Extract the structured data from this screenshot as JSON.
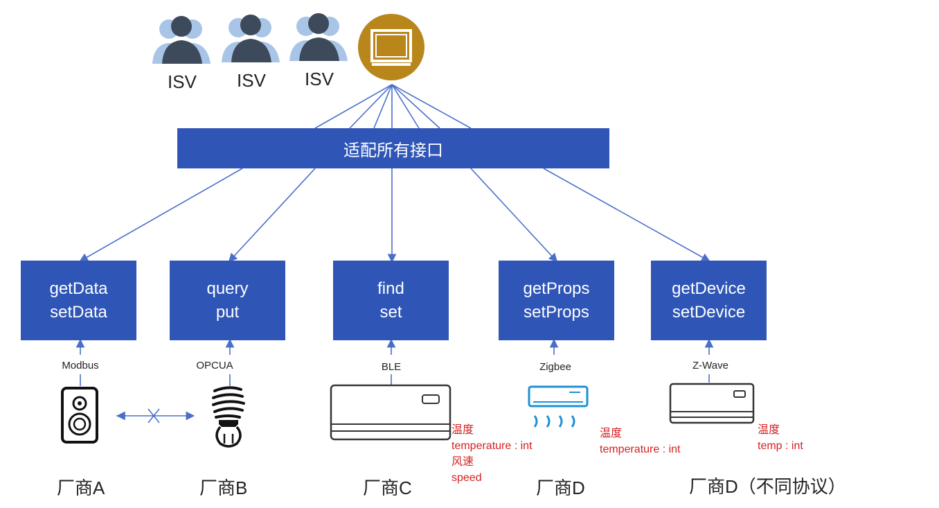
{
  "isv_users": [
    {
      "label": "ISV",
      "icon": "user-group-icon"
    },
    {
      "label": "ISV",
      "icon": "user-group-icon"
    },
    {
      "label": "ISV",
      "icon": "user-group-icon"
    }
  ],
  "client_icon": "monitor-icon",
  "adapter": {
    "label": "适配所有接口"
  },
  "apis": [
    {
      "line1": "getData",
      "line2": "setData",
      "protocol": "Modbus",
      "vendor": "厂商A",
      "device_icon": "speaker-icon"
    },
    {
      "line1": "query",
      "line2": "put",
      "protocol": "OPCUA",
      "vendor": "厂商B",
      "device_icon": "bulb-icon"
    },
    {
      "line1": "find",
      "line2": "set",
      "protocol": "BLE",
      "vendor": "厂商C",
      "device_icon": "air-conditioner-icon"
    },
    {
      "line1": "getProps",
      "line2": "setProps",
      "protocol": "Zigbee",
      "vendor": "厂商D",
      "device_icon": "air-conditioner-icon"
    },
    {
      "line1": "getDevice",
      "line2": "setDevice",
      "protocol": "Z-Wave",
      "vendor": "厂商D（不同协议）",
      "device_icon": "air-conditioner-icon"
    }
  ],
  "annotations": {
    "c": [
      "温度",
      "temperature : int",
      "风速",
      "speed"
    ],
    "d": [
      "温度",
      "temperature : int"
    ],
    "e": [
      "温度",
      "temp : int"
    ]
  },
  "colors": {
    "box": "#2f56b7",
    "line": "#4a6fc9",
    "accent_red": "#d62020",
    "monitor": "#b8861b",
    "user": "#3d4a5c"
  }
}
